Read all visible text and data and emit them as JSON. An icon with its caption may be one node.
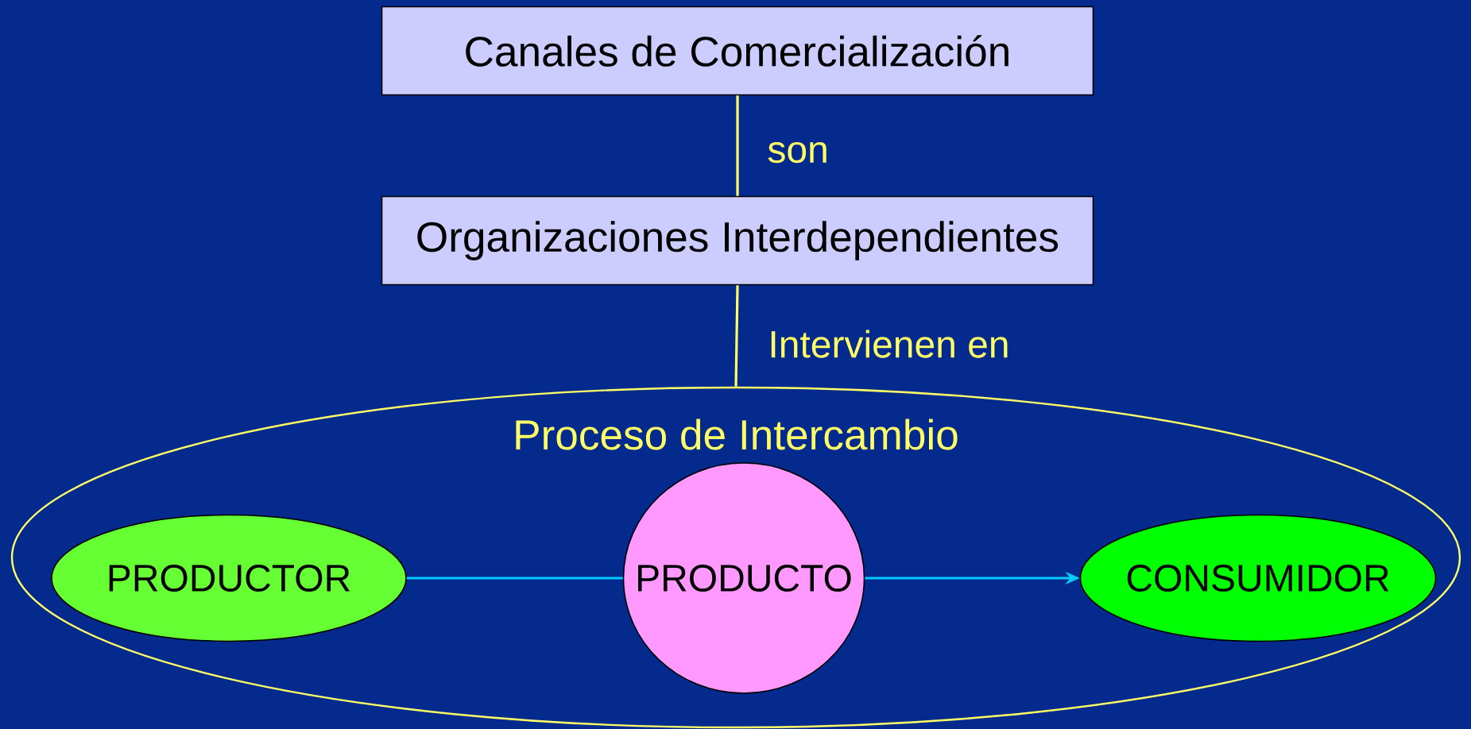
{
  "diagram": {
    "nodes": [
      {
        "text": [
          "Canales de Comercialización"
        ]
      },
      {
        "text": [
          "Organizaciones Interdependientes"
        ]
      },
      {
        "text": [
          "Proceso de Intercambio"
        ]
      },
      {
        "text": [
          "PRODUCTOR"
        ],
        "in": 2
      },
      {
        "text": [
          "PRODUCTO"
        ],
        "in": 2
      },
      {
        "text": [
          "CONSUMIDOR"
        ],
        "in": 2
      }
    ],
    "edges": [
      {
        "from": 0,
        "to": 1,
        "arrow": "none",
        "label": "son",
        "color": "#ffff66"
      },
      {
        "from": 1,
        "to": 2,
        "arrow": "none",
        "label": "Intervienen en",
        "color": "#ffff66"
      },
      {
        "from": 3,
        "to": 4,
        "arrow": "none",
        "color": "#00ccff"
      },
      {
        "from": 4,
        "to": 5,
        "arrow": "to",
        "color": "#00ccff"
      }
    ]
  }
}
